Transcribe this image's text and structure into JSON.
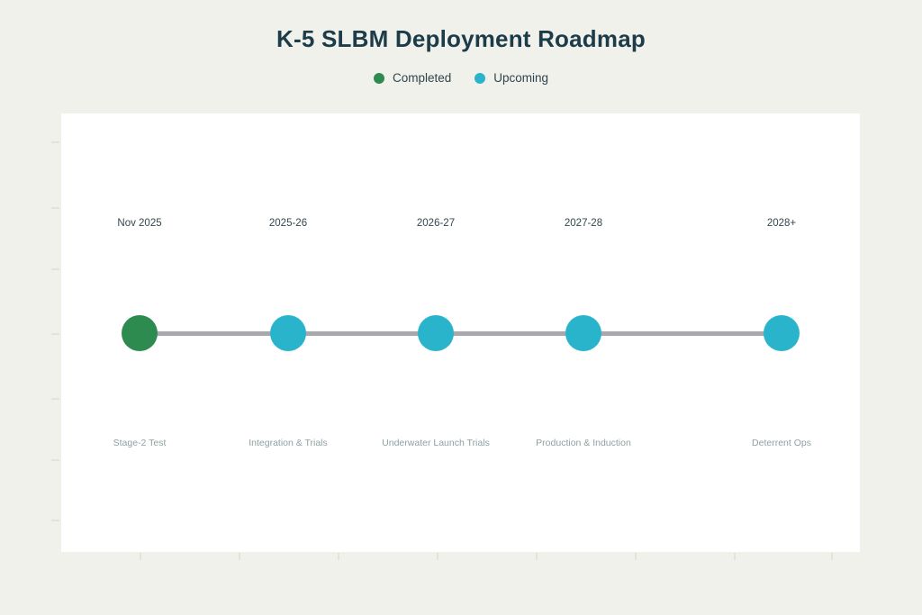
{
  "page": {
    "title": "K-5 SLBM Deployment Roadmap"
  },
  "legend": {
    "items": [
      {
        "label": "Completed",
        "color": "#2e8b50"
      },
      {
        "label": "Upcoming",
        "color": "#29b4cc"
      }
    ]
  },
  "chart_data": {
    "type": "timeline",
    "title": "K-5 SLBM Deployment Roadmap",
    "orientation": "horizontal",
    "legend_position": "top-center",
    "grid": false,
    "status_colors": {
      "completed": "#2e8b50",
      "upcoming": "#29b4cc"
    },
    "line_color": "#a9a9ad",
    "background_color": "#f1f1ec",
    "panel_color": "#ffffff",
    "title_color": "#1d3c49",
    "milestones": [
      {
        "date": "Nov 2025",
        "label": "Stage-2 Test",
        "status": "completed"
      },
      {
        "date": "2025-26",
        "label": "Integration & Trials",
        "status": "upcoming"
      },
      {
        "date": "2026-27",
        "label": "Underwater Launch Trials",
        "status": "upcoming"
      },
      {
        "date": "2027-28",
        "label": "Production & Induction",
        "status": "upcoming"
      },
      {
        "date": "2028+",
        "label": "Deterrent Ops",
        "status": "upcoming"
      }
    ]
  }
}
